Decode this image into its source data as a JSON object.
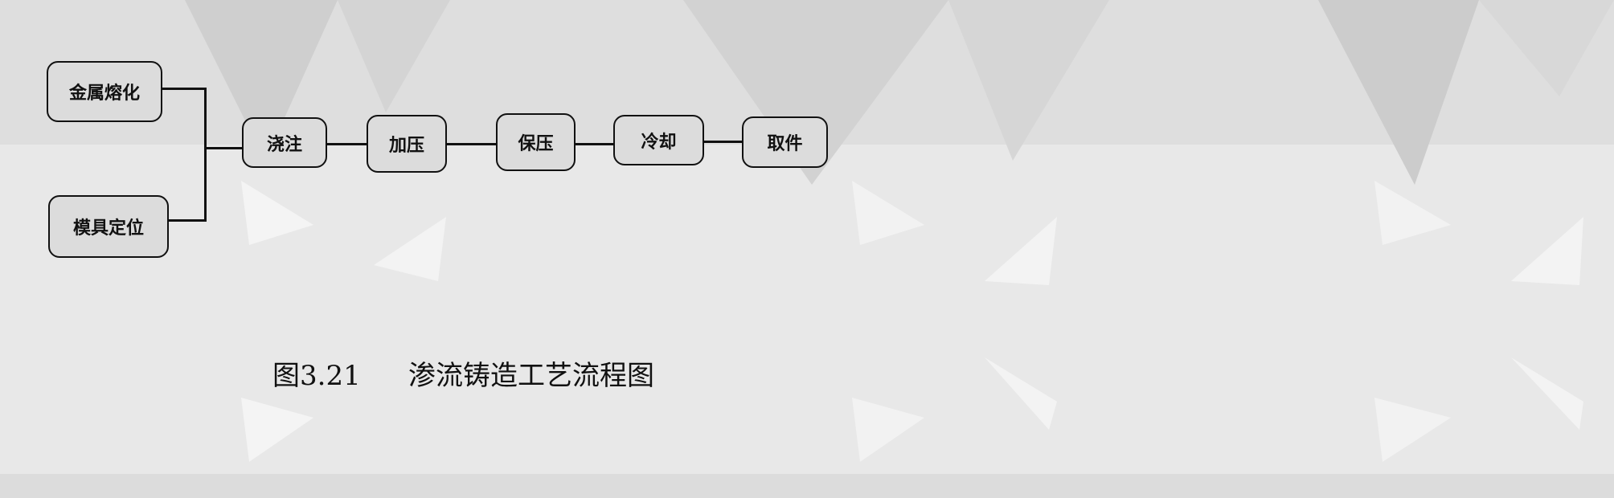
{
  "diagram": {
    "inputs": [
      "金属熔化",
      "模具定位"
    ],
    "steps": [
      "浇注",
      "加压",
      "保压",
      "冷却",
      "取件"
    ]
  },
  "caption": {
    "number": "图3.21",
    "title": "渗流铸造工艺流程图"
  }
}
